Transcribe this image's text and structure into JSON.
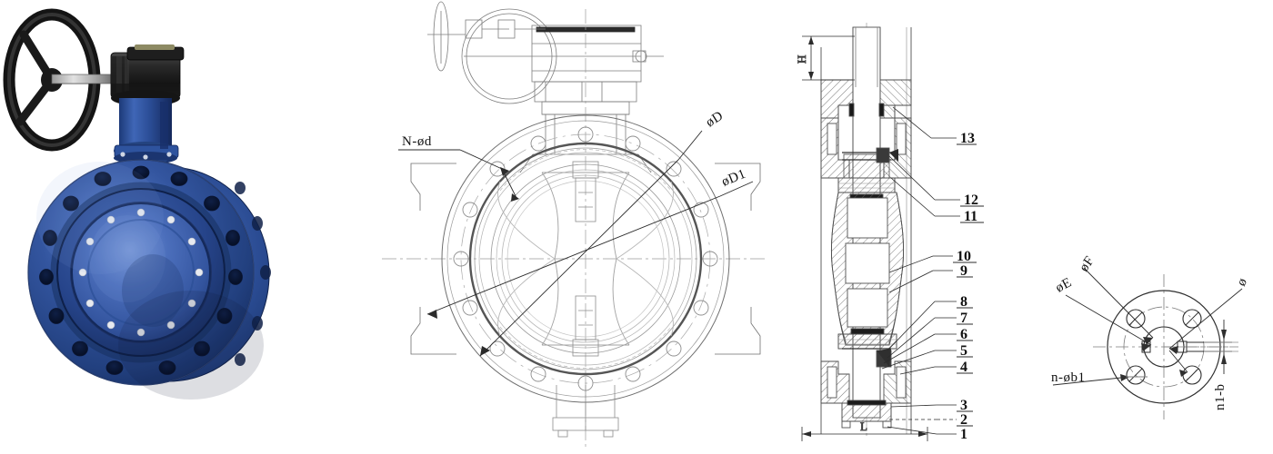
{
  "document": {
    "type": "technical-drawing",
    "subject": "Double flanged butterfly valve with gear operator",
    "panel_count": 4
  },
  "panels": {
    "photo": {
      "name": "product-photograph",
      "caption": "",
      "colors": {
        "body_blue": "#2b4f9e",
        "body_blue_dark": "#1d3a78",
        "body_blue_light": "#4a6fc0",
        "disc_blue": "#3a5fae",
        "gear_black": "#1c1c1c",
        "handwheel_black": "#141414",
        "bolt_silver": "#d9dde3",
        "background": "#ffffff"
      },
      "parts": [
        "handwheel",
        "gear-operator",
        "stem-housing",
        "valve-body-flange",
        "disc",
        "flange-bolt-holes"
      ]
    },
    "front_view": {
      "name": "front-elevation-drawing",
      "labels": [
        {
          "id": "n-od",
          "text": "N-ød",
          "rotation": 0
        },
        {
          "id": "od",
          "text": "øD",
          "rotation": -32
        },
        {
          "id": "od1",
          "text": "øD1",
          "rotation": -22
        }
      ],
      "flange_bolt_count": 16
    },
    "section_view": {
      "name": "cross-section-drawing",
      "dimension_labels": [
        {
          "id": "H",
          "text": "H",
          "rotation": -90
        },
        {
          "id": "L",
          "text": "L",
          "rotation": 0
        }
      ],
      "callouts": [
        {
          "n": "13"
        },
        {
          "n": "12"
        },
        {
          "n": "11"
        },
        {
          "n": "10"
        },
        {
          "n": "9"
        },
        {
          "n": "8"
        },
        {
          "n": "7"
        },
        {
          "n": "6"
        },
        {
          "n": "5"
        },
        {
          "n": "4"
        },
        {
          "n": "3"
        },
        {
          "n": "2"
        },
        {
          "n": "1"
        }
      ]
    },
    "flange_detail": {
      "name": "stem-flange-detail-drawing",
      "labels": [
        {
          "id": "of",
          "text": "øF",
          "rotation": -55
        },
        {
          "id": "oe",
          "text": "øE",
          "rotation": -28
        },
        {
          "id": "o",
          "text": "ø",
          "rotation": -62
        },
        {
          "id": "n-ob1",
          "text": "n-øb1",
          "rotation": 0
        },
        {
          "id": "n1-b",
          "text": "n1-b",
          "rotation": -90
        }
      ],
      "bolt_hole_count": 4
    }
  }
}
